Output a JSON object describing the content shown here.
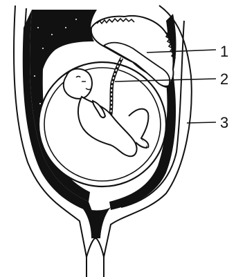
{
  "diagram": {
    "labels": [
      {
        "id": "1",
        "text": "1"
      },
      {
        "id": "2",
        "text": "2"
      },
      {
        "id": "3",
        "text": "3"
      }
    ]
  },
  "colors": {
    "ink": "#111111",
    "fill": "#ffffff",
    "stipple": "#ffffff"
  },
  "icons": {
    "fetus": "fetus-figure",
    "placenta": "placenta-shape",
    "cord": "umbilical-cord"
  }
}
